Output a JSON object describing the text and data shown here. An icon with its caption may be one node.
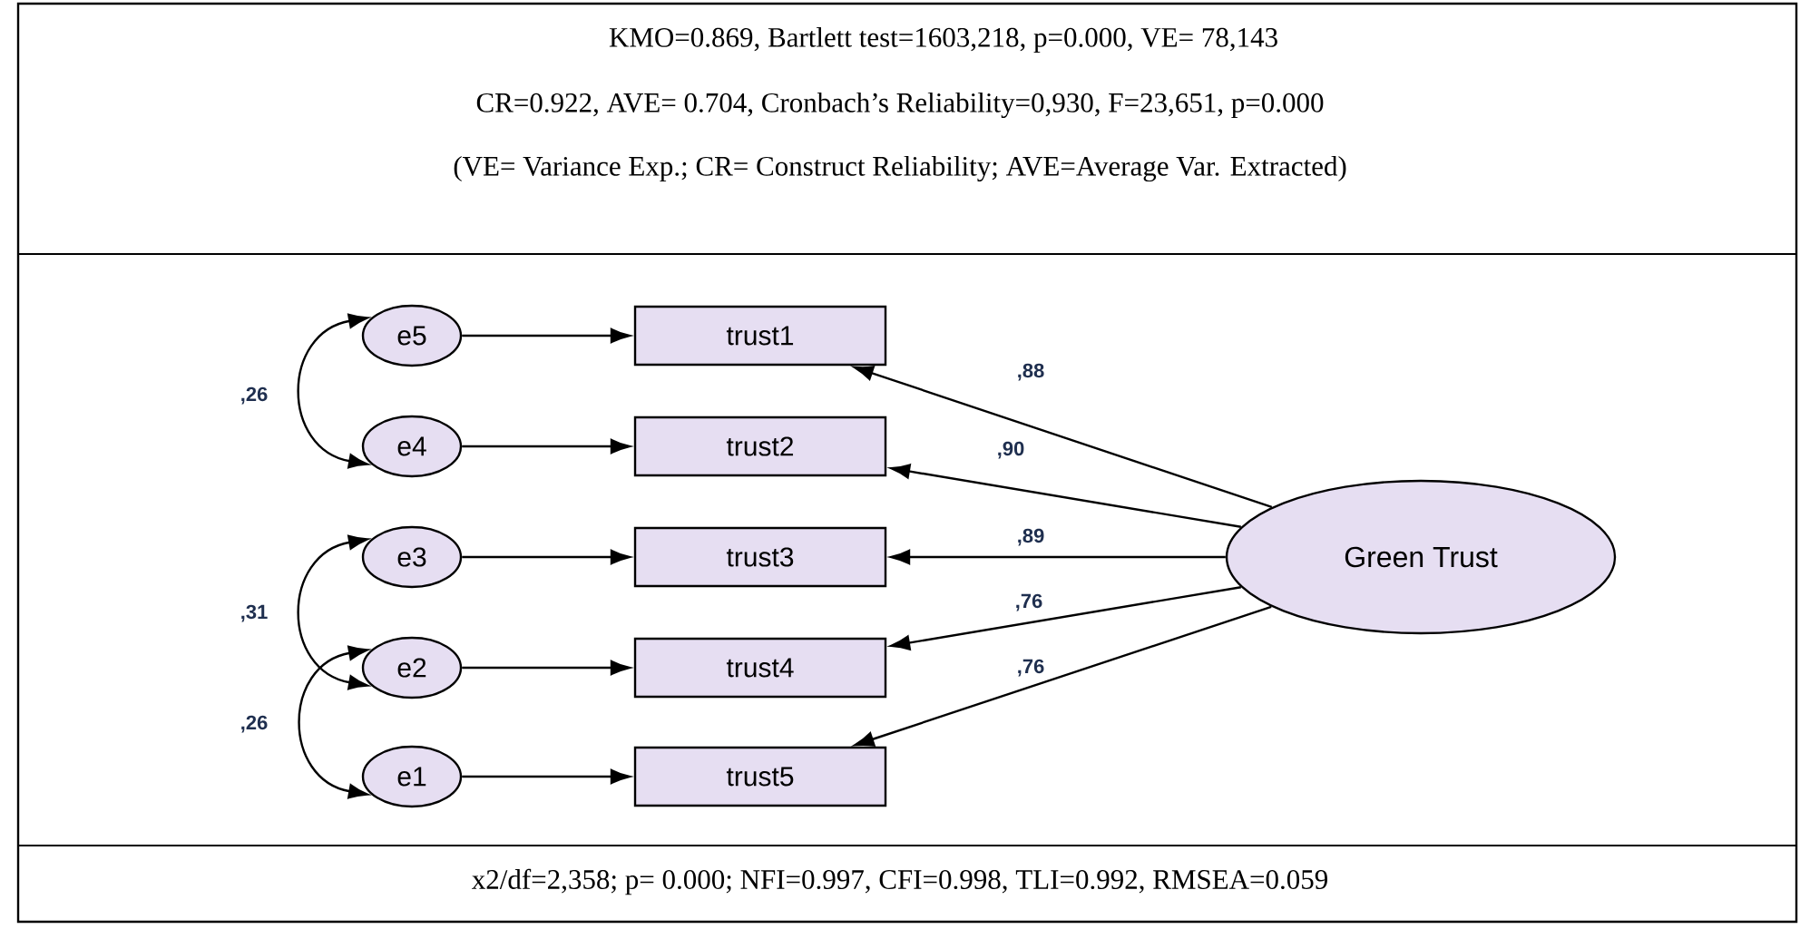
{
  "diagram": {
    "nodes": [
      {
        "text": [
          "e5"
        ]
      },
      {
        "text": [
          "trust1"
        ]
      },
      {
        "text": [
          "e4"
        ]
      },
      {
        "text": [
          "trust2"
        ]
      },
      {
        "text": [
          "e3"
        ]
      },
      {
        "text": [
          "trust3"
        ]
      },
      {
        "text": [
          "e2"
        ]
      },
      {
        "text": [
          "trust4"
        ]
      },
      {
        "text": [
          "e1"
        ]
      },
      {
        "text": [
          "trust5"
        ]
      },
      {
        "text": [
          "Green Trust"
        ]
      }
    ],
    "edges": [
      {
        "from": 0,
        "to": 1,
        "arrow": "to"
      },
      {
        "from": 2,
        "to": 3,
        "arrow": "to"
      },
      {
        "from": 4,
        "to": 5,
        "arrow": "to"
      },
      {
        "from": 6,
        "to": 7,
        "arrow": "to"
      },
      {
        "from": 8,
        "to": 9,
        "arrow": "to"
      },
      {
        "from": 10,
        "to": 1,
        "arrow": "to",
        "label": ",88"
      },
      {
        "from": 10,
        "to": 3,
        "arrow": "to",
        "label": ",90"
      },
      {
        "from": 10,
        "to": 5,
        "arrow": "to",
        "label": ",89"
      },
      {
        "from": 10,
        "to": 7,
        "arrow": "to",
        "label": ",76"
      },
      {
        "from": 10,
        "to": 9,
        "arrow": "to",
        "label": ",76"
      },
      {
        "from": 0,
        "to": 2,
        "arrow": "both",
        "label": ",26"
      },
      {
        "from": 4,
        "to": 6,
        "arrow": "both",
        "label": ",31"
      },
      {
        "from": 6,
        "to": 8,
        "arrow": "both",
        "label": ",26"
      }
    ],
    "labels": [
      "KMO=0.869, Bartlett test=1603,218, p=0.000, VE= 78,143",
      "CR=0.922, AVE= 0.704, Cronbach’s Reliability=0,930, F=23,651, p=0.000",
      "(VE= Variance Exp.; CR= Construct Reliability; AVE=Average Var. Extracted)",
      "x2/df=2,358; p= 0.000; NFI=0.997, CFI=0.998, TLI=0.992, RMSEA=0.059"
    ]
  }
}
